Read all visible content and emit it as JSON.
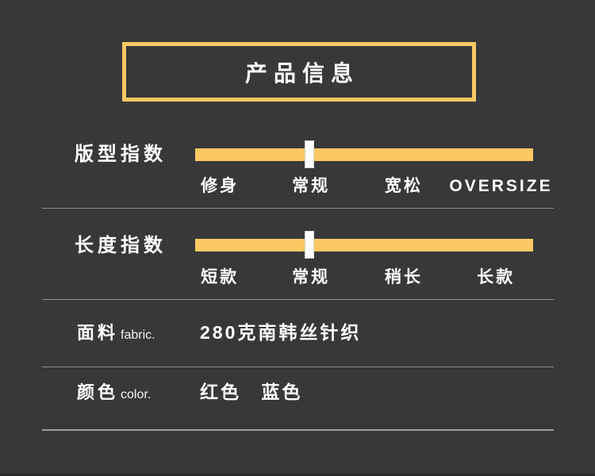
{
  "header": {
    "title": "产品信息"
  },
  "sliders": [
    {
      "label": "版型指数",
      "options": [
        "修身",
        "常规",
        "宽松",
        "OVERSIZE"
      ],
      "selected": "常规"
    },
    {
      "label": "长度指数",
      "options": [
        "短款",
        "常规",
        "稍长",
        "长款"
      ],
      "selected": "常规"
    }
  ],
  "attributes": [
    {
      "label": "面料",
      "label_en": "fabric.",
      "value": "280克南韩丝针织"
    },
    {
      "label": "颜色",
      "label_en": "color.",
      "values": [
        "红色",
        "蓝色"
      ]
    }
  ],
  "colors": {
    "background": "#38383a",
    "accent_yellow": "#fbc863",
    "divider_gray": "#8d8d90",
    "text_white": "#ffffff"
  }
}
